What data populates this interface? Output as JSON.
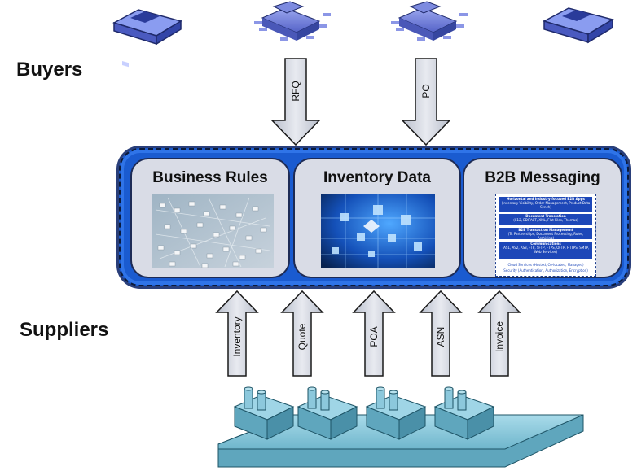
{
  "labels": {
    "buyers": "Buyers",
    "suppliers": "Suppliers"
  },
  "hub": {
    "panels": [
      {
        "title": "Business Rules",
        "image": "flowchart-image"
      },
      {
        "title": "Inventory Data",
        "image": "data-cubes-image"
      },
      {
        "title": "B2B Messaging",
        "layers": [
          {
            "title": "Horizontal and Industry-focused B2B Apps",
            "sub": "(Inventory Visibility, Order Management, Product Data Synch)"
          },
          {
            "title": "Document Translation",
            "sub": "(X12, EDIFACT, XML, Flat Files, Thomas)"
          },
          {
            "title": "B2B Transaction Management",
            "sub": "(Tr. Partnerships, Document Processing, Rules, Archiving)"
          },
          {
            "title": "Communications",
            "sub": "(AS1, AS2, AS3, FTP, SFTP, FTPS, OFTP, HTTPS, SMTP, Web Services)"
          }
        ],
        "footer": [
          "Cloud Services (Hosted, Co-located, Managed)",
          "Security (Authentication, Authorization, Encryption)"
        ]
      }
    ]
  },
  "arrows": {
    "buyer_to_hub": [
      {
        "label": "RFQ"
      },
      {
        "label": "PO"
      }
    ],
    "supplier_to_hub": [
      {
        "label": "Inventory"
      },
      {
        "label": "Quote"
      },
      {
        "label": "POA"
      },
      {
        "label": "ASN"
      },
      {
        "label": "Invoice"
      }
    ]
  },
  "icons": {
    "buyers": [
      "buyer-building-icon",
      "buyer-chip-icon",
      "buyer-chip-icon",
      "buyer-building-icon"
    ],
    "suppliers": "factory-icon",
    "colors": {
      "hub": "#1a5bd0",
      "panel": "#d9dce6",
      "arrow": "#cfd3de",
      "factory": "#7fc1d6",
      "buyer": "#6f7fd8"
    }
  }
}
